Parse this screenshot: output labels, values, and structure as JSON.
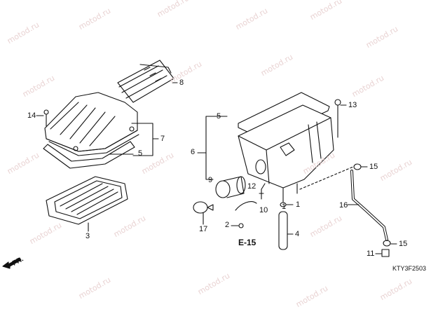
{
  "watermark": "motod.ru",
  "callouts": [
    "1",
    "2",
    "3",
    "4",
    "5",
    "5",
    "6",
    "7",
    "8",
    "9",
    "10",
    "11",
    "12",
    "13",
    "14",
    "15",
    "15",
    "16",
    "17"
  ],
  "reference": "E-15",
  "direction": "FR.",
  "diagram_code": "KTY3F2503",
  "colors": {
    "line": "#111111",
    "watermark": "#e9d3d3",
    "background": "#ffffff"
  }
}
